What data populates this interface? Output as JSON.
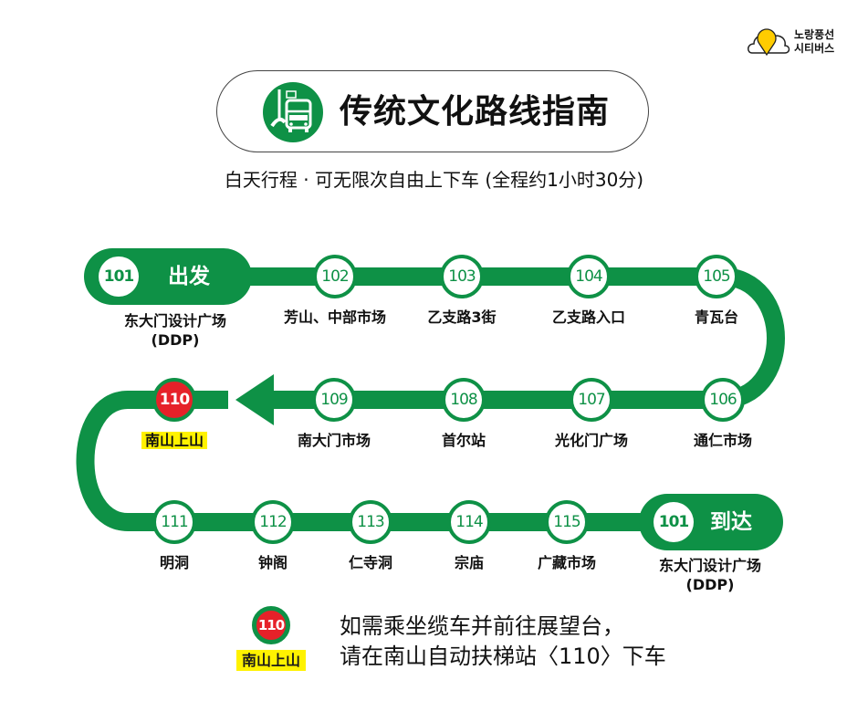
{
  "brand": {
    "line1": "노랑풍선",
    "line2": "시티버스"
  },
  "header": {
    "title": "传统文化路线指南",
    "subtitle": "白天行程 · 可无限次自由上下车 (全程约1小时30分)"
  },
  "route": {
    "color": "#0e9146",
    "highlight_color": "#e62129",
    "start": {
      "number": "101",
      "label": "出发",
      "name": "东大门设计广场",
      "name2": "(DDP)"
    },
    "end": {
      "number": "101",
      "label": "到达",
      "name": "东大门设计广场",
      "name2": "(DDP)"
    },
    "stations": [
      {
        "number": "102",
        "name": "芳山、中部市场"
      },
      {
        "number": "103",
        "name": "乙支路3街"
      },
      {
        "number": "104",
        "name": "乙支路入口"
      },
      {
        "number": "105",
        "name": "青瓦台"
      },
      {
        "number": "106",
        "name": "通仁市场"
      },
      {
        "number": "107",
        "name": "光化门广场"
      },
      {
        "number": "108",
        "name": "首尔站"
      },
      {
        "number": "109",
        "name": "南大门市场"
      },
      {
        "number": "110",
        "name": "南山上山",
        "highlight": true
      },
      {
        "number": "111",
        "name": "明洞"
      },
      {
        "number": "112",
        "name": "钟阁"
      },
      {
        "number": "113",
        "name": "仁寺洞"
      },
      {
        "number": "114",
        "name": "宗庙"
      },
      {
        "number": "115",
        "name": "广藏市场"
      }
    ]
  },
  "note": {
    "number": "110",
    "station": "南山上山",
    "line1": "如需乘坐缆车并前往展望台，",
    "line2": "请在南山自动扶梯站〈110〉下车"
  }
}
